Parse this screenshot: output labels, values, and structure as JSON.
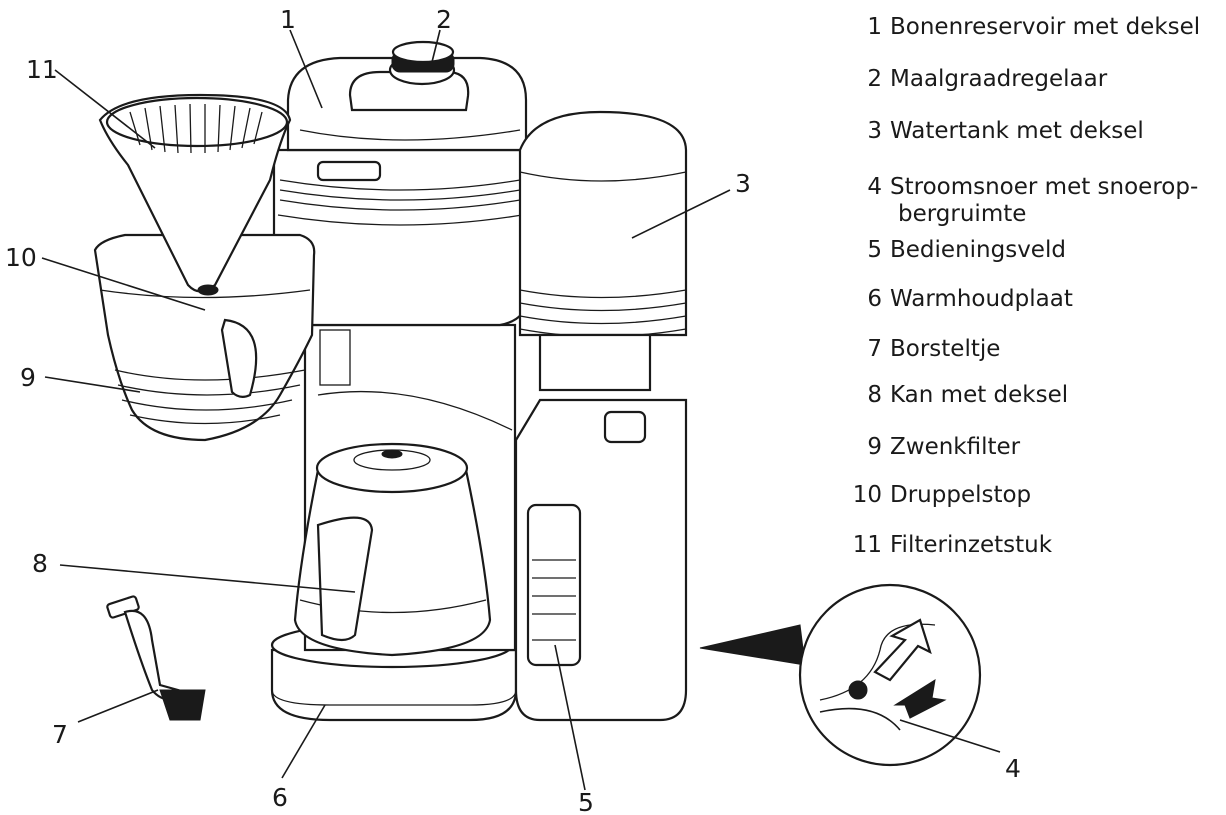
{
  "legend": {
    "items": [
      {
        "num": "1",
        "text": "Bonenreservoir met deksel"
      },
      {
        "num": "2",
        "text": "Maalgraadregelaar"
      },
      {
        "num": "3",
        "text": "Watertank met deksel"
      },
      {
        "num": "4",
        "text": "Stroomsnoer met snoerop-",
        "cont": "bergruimte"
      },
      {
        "num": "5",
        "text": "Bedieningsveld"
      },
      {
        "num": "6",
        "text": "Warmhoudplaat"
      },
      {
        "num": "7",
        "text": "Borsteltje"
      },
      {
        "num": "8",
        "text": "Kan met deksel"
      },
      {
        "num": "9",
        "text": "Zwenkfilter"
      },
      {
        "num": "10",
        "text": "Druppelstop"
      },
      {
        "num": "11",
        "text": "Filterinzetstuk"
      }
    ]
  },
  "callouts": [
    "1",
    "2",
    "3",
    "4",
    "5",
    "6",
    "7",
    "8",
    "9",
    "10",
    "11"
  ]
}
